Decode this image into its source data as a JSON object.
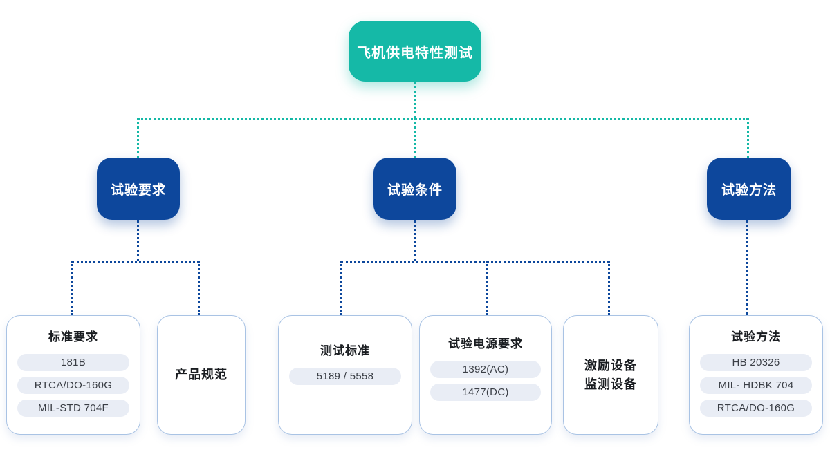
{
  "root": {
    "label": "飞机供电特性测试"
  },
  "branches": [
    {
      "label": "试验要求"
    },
    {
      "label": "试验条件"
    },
    {
      "label": "试验方法"
    }
  ],
  "leaves": [
    {
      "title": "标准要求",
      "pills": [
        "181B",
        "RTCA/DO-160G",
        "MIL-STD 704F"
      ]
    },
    {
      "title": "产品规范",
      "pills": []
    },
    {
      "title": "测试标准",
      "pills": [
        "5189 / 5558"
      ]
    },
    {
      "title": "试验电源要求",
      "pills": [
        "1392(AC)",
        "1477(DC)"
      ]
    },
    {
      "title": "激励设备",
      "line1": "激励设备",
      "line2": "监测设备",
      "pills": []
    },
    {
      "title": "试验方法",
      "pills": [
        "HB 20326",
        "MIL- HDBK 704",
        "RTCA/DO-160G"
      ]
    }
  ],
  "colors": {
    "root_teal": "#15b9a7",
    "branch_blue": "#0d479c",
    "leaf_border": "#a9c3e4",
    "pill_background": "#e9edf5",
    "teal_connector": "#14b8a6",
    "blue_connector": "#0d479c"
  }
}
